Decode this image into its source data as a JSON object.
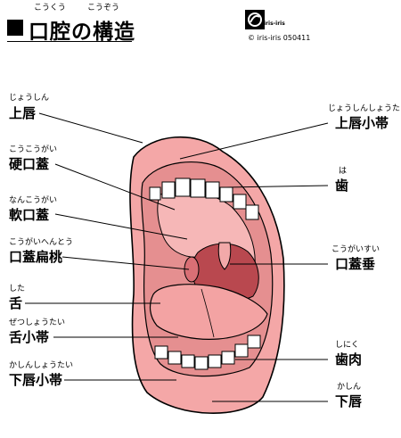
{
  "title": {
    "text": "口腔の構造",
    "ruby_left": "こうくう",
    "ruby_right": "こうぞう"
  },
  "logo": {
    "text": "iris-iris"
  },
  "copyright": "© iris-iris  050411",
  "labels": {
    "upper_lip": {
      "text": "上唇",
      "ruby": "じょうしん"
    },
    "hard_palate": {
      "text": "硬口蓋",
      "ruby": "こうこうがい"
    },
    "soft_palate": {
      "text": "軟口蓋",
      "ruby": "なんこうがい"
    },
    "palatine_tonsil": {
      "text": "口蓋扁桃",
      "ruby": "こうがいへんとう"
    },
    "tongue": {
      "text": "舌",
      "ruby": "した"
    },
    "lingual_frenulum": {
      "text": "舌小帯",
      "ruby": "ぜつしょうたい"
    },
    "lower_lip_frenulum": {
      "text": "下唇小帯",
      "ruby": "かしんしょうたい"
    },
    "upper_lip_frenulum": {
      "text": "上唇小帯",
      "ruby": "じょうしんしょうたい"
    },
    "tooth": {
      "text": "歯",
      "ruby": "は"
    },
    "uvula": {
      "text": "口蓋垂",
      "ruby": "こうがいすい"
    },
    "gingiva": {
      "text": "歯肉",
      "ruby": "しにく"
    },
    "lower_lip": {
      "text": "下唇",
      "ruby": "かしん"
    }
  }
}
